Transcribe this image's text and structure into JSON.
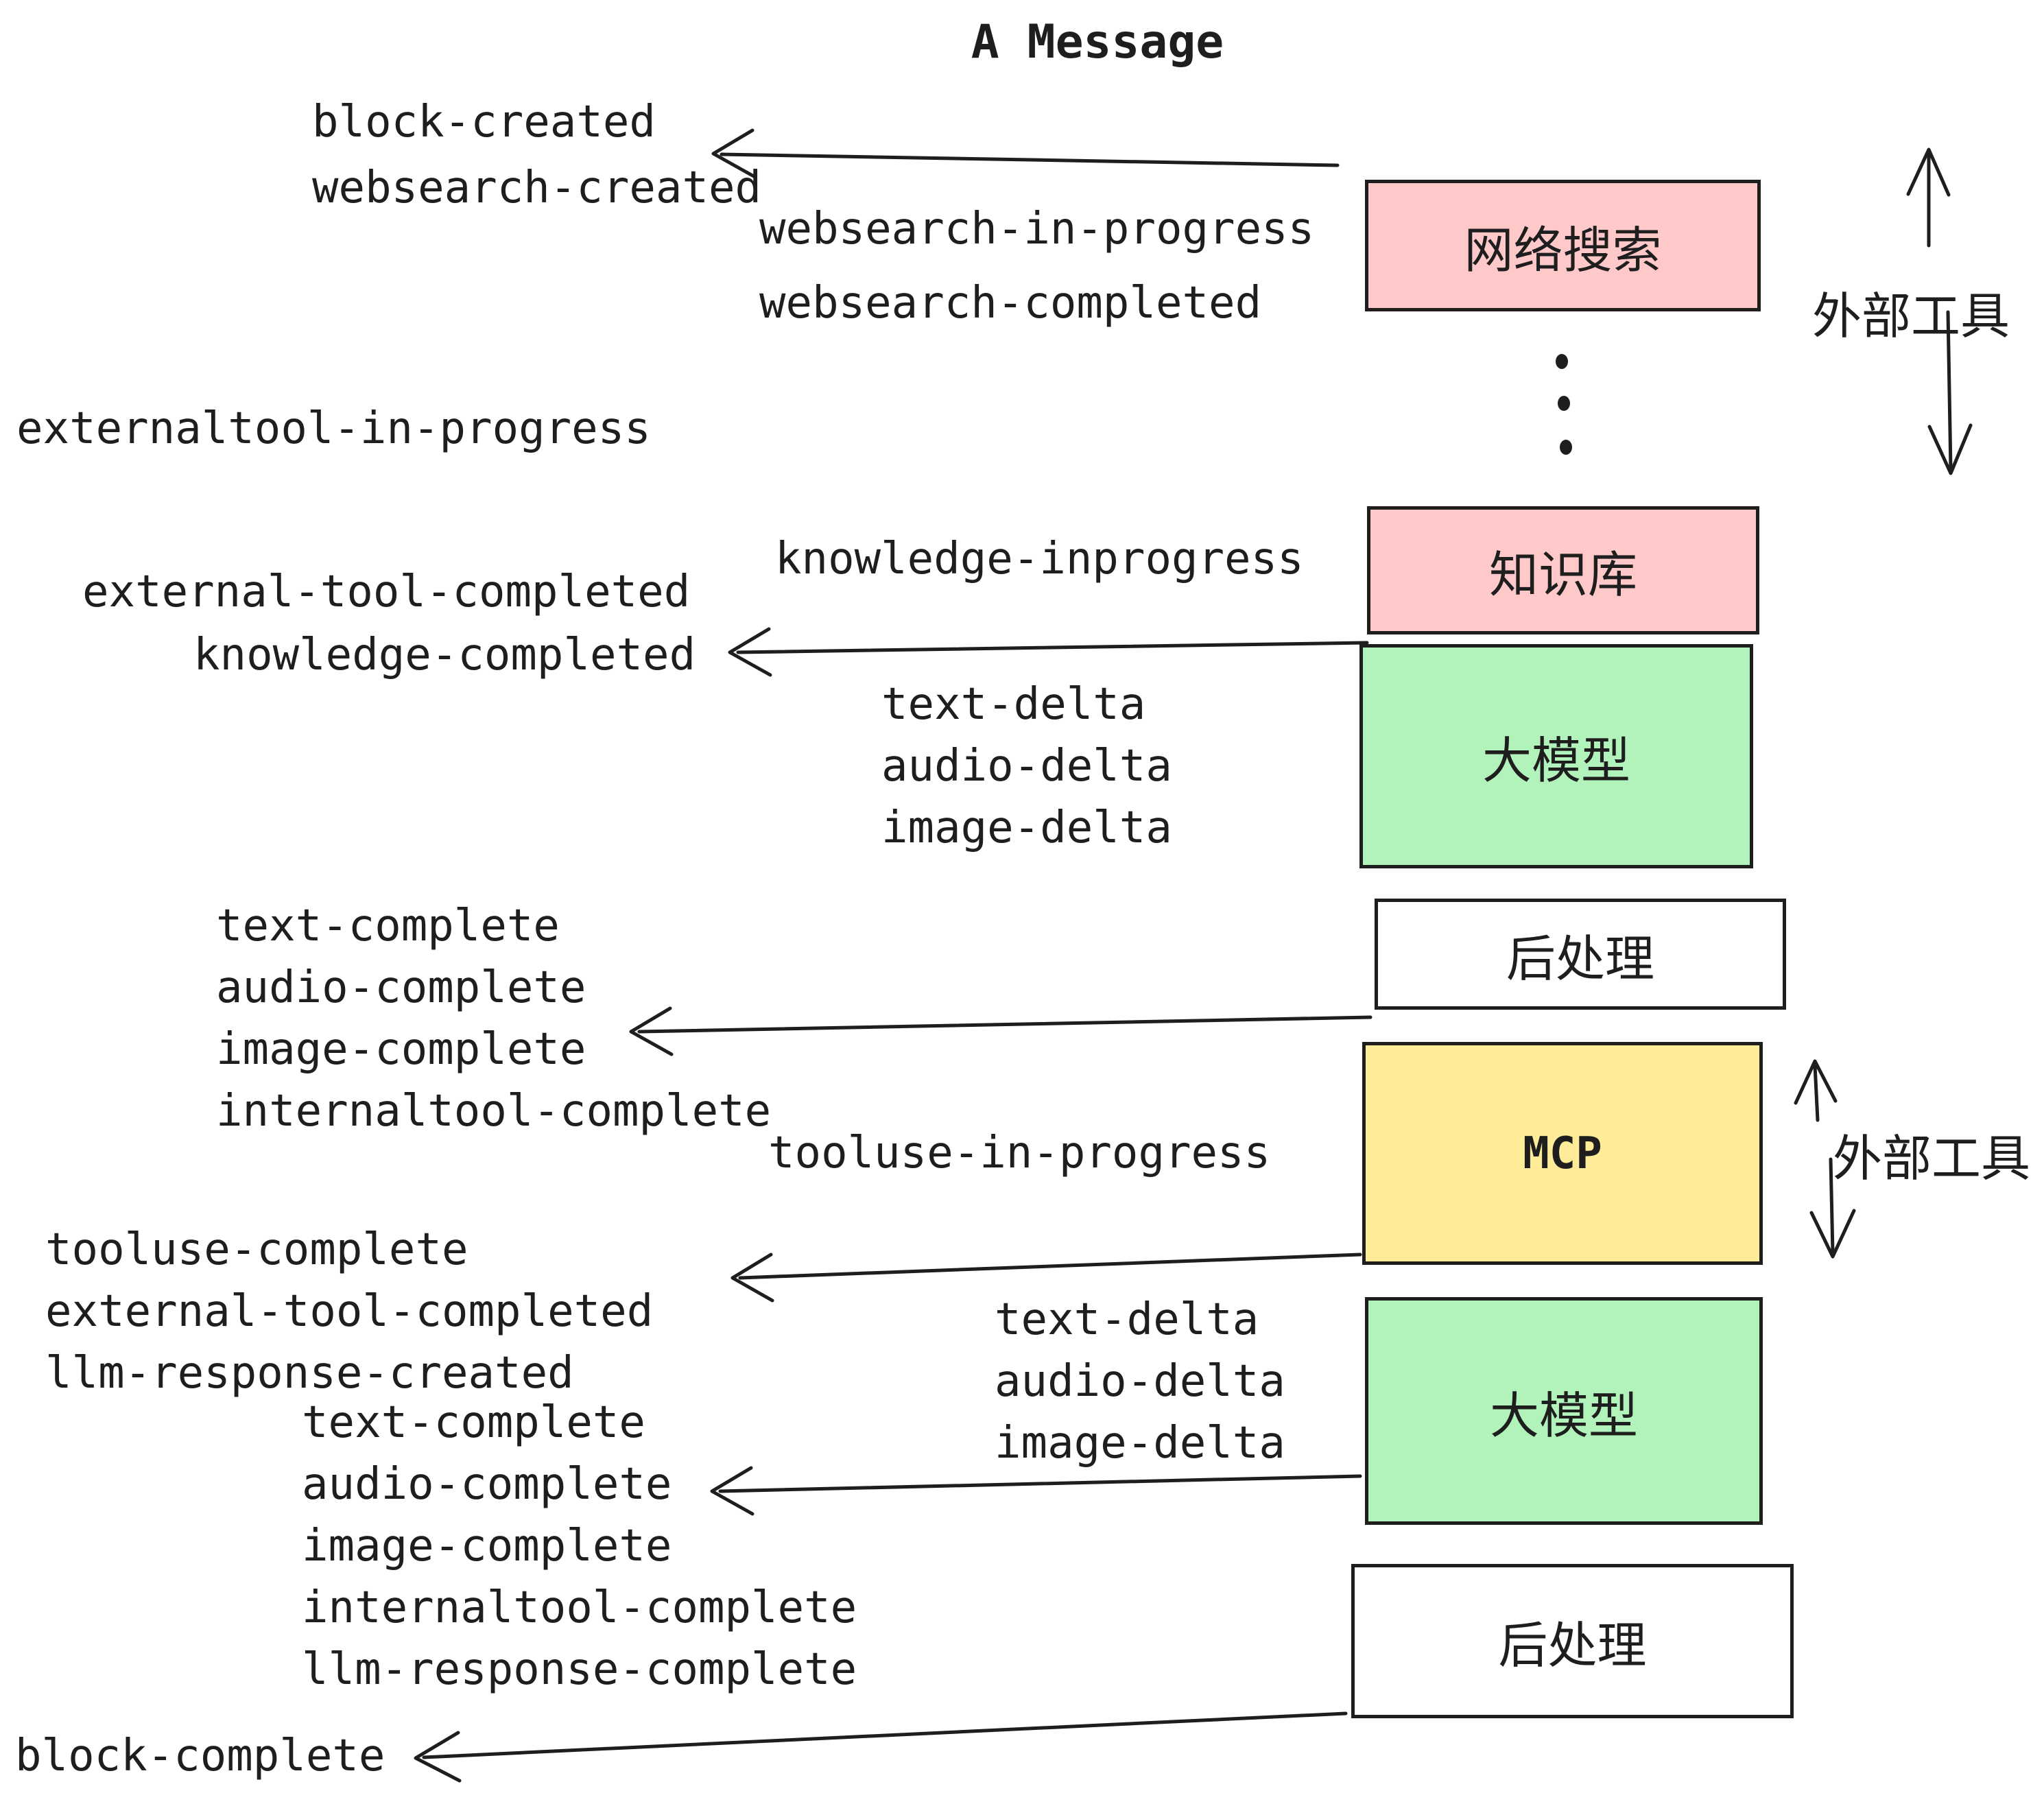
{
  "title": "A Message",
  "colors": {
    "pink": "#ffc9c9",
    "green": "#b2f2bb",
    "yellow": "#ffec99",
    "white": "#ffffff",
    "stroke": "#1e1e1e"
  },
  "boxes": [
    {
      "id": "websearch",
      "label": "网络搜索",
      "color": "pink"
    },
    {
      "id": "knowledge",
      "label": "知识库",
      "color": "pink"
    },
    {
      "id": "llm-1",
      "label": "大模型",
      "color": "green"
    },
    {
      "id": "postprocess-1",
      "label": "后处理",
      "color": "white"
    },
    {
      "id": "mcp",
      "label": "MCP",
      "color": "yellow"
    },
    {
      "id": "llm-2",
      "label": "大模型",
      "color": "green"
    },
    {
      "id": "postprocess-2",
      "label": "后处理",
      "color": "white"
    }
  ],
  "side_labels": [
    {
      "label": "外部工具"
    },
    {
      "label": "外部工具"
    }
  ],
  "events": [
    {
      "name": "block-created",
      "text": "block-created"
    },
    {
      "name": "websearch-created",
      "text": "websearch-created"
    },
    {
      "name": "websearch-in-progress",
      "text": "websearch-in-progress"
    },
    {
      "name": "websearch-completed",
      "text": "websearch-completed"
    },
    {
      "name": "externaltool-in-progress",
      "text": "externaltool-in-progress"
    },
    {
      "name": "external-tool-completed",
      "text": "external-tool-completed"
    },
    {
      "name": "knowledge-completed",
      "text": "knowledge-completed"
    },
    {
      "name": "knowledge-inprogress",
      "text": "knowledge-inprogress"
    },
    {
      "name": "text-delta-1",
      "text": "text-delta"
    },
    {
      "name": "audio-delta-1",
      "text": "audio-delta"
    },
    {
      "name": "image-delta-1",
      "text": "image-delta"
    },
    {
      "name": "text-complete-1",
      "text": "text-complete"
    },
    {
      "name": "audio-complete-1",
      "text": "audio-complete"
    },
    {
      "name": "image-complete-1",
      "text": "image-complete"
    },
    {
      "name": "internaltool-complete-1",
      "text": "internaltool-complete"
    },
    {
      "name": "tooluse-in-progress",
      "text": "tooluse-in-progress"
    },
    {
      "name": "tooluse-complete",
      "text": "tooluse-complete"
    },
    {
      "name": "external-tool-completed-2",
      "text": "external-tool-completed"
    },
    {
      "name": "llm-response-created",
      "text": "llm-response-created"
    },
    {
      "name": "text-complete-2",
      "text": "text-complete"
    },
    {
      "name": "audio-complete-2",
      "text": "audio-complete"
    },
    {
      "name": "image-complete-2",
      "text": "image-complete"
    },
    {
      "name": "internaltool-complete-2",
      "text": "internaltool-complete"
    },
    {
      "name": "llm-response-complete",
      "text": "llm-response-complete"
    },
    {
      "name": "text-delta-2",
      "text": "text-delta"
    },
    {
      "name": "audio-delta-2",
      "text": "audio-delta"
    },
    {
      "name": "image-delta-2",
      "text": "image-delta"
    },
    {
      "name": "block-complete",
      "text": "block-complete"
    }
  ]
}
